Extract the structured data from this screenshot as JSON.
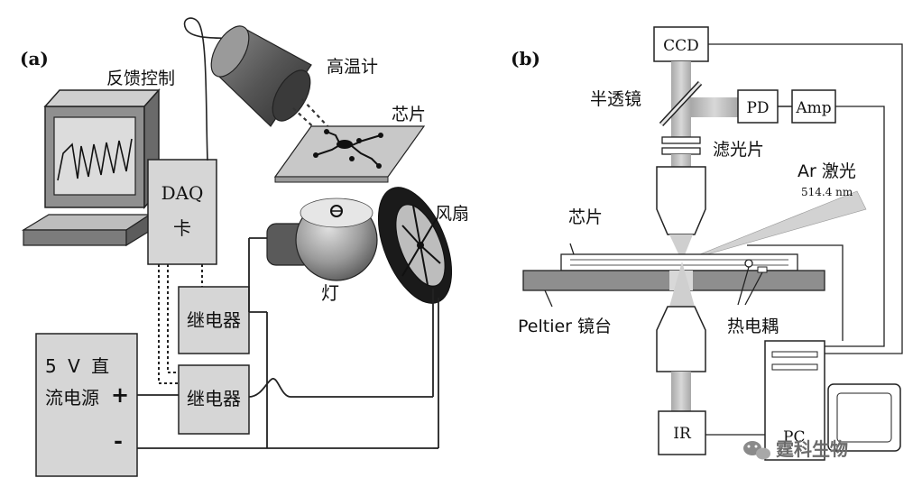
{
  "panel_a": {
    "tag": "(a)",
    "feedback_label": "反馈控制",
    "pyrometer_label": "高温计",
    "chip_label": "芯片",
    "daq_label_line1": "DAQ",
    "daq_label_line2": "卡",
    "fan_label": "风扇",
    "lamp_label": "灯",
    "relay_top_label": "继电器",
    "relay_bottom_label": "继电器",
    "psu_label_line1": "5 V 直",
    "psu_label_line2": "流电源",
    "psu_plus": "+",
    "psu_minus": "-"
  },
  "panel_b": {
    "tag": "(b)",
    "ccd_label": "CCD",
    "pd_label": "PD",
    "amp_label": "Amp",
    "beamsplitter_label": "半透镜",
    "filter_label": "滤光片",
    "laser_label": "Ar 激光",
    "laser_wavelength": "514.4 nm",
    "chip_label": "芯片",
    "stage_label": "Peltier 镜台",
    "thermocouple_label": "热电耦",
    "ir_label": "IR",
    "pc_label": "PC"
  },
  "watermark": {
    "text": "霆科生物"
  },
  "colors": {
    "box_fill": "#d6d6d6",
    "dark_gray": "#4a4a4a",
    "line": "#111111"
  }
}
